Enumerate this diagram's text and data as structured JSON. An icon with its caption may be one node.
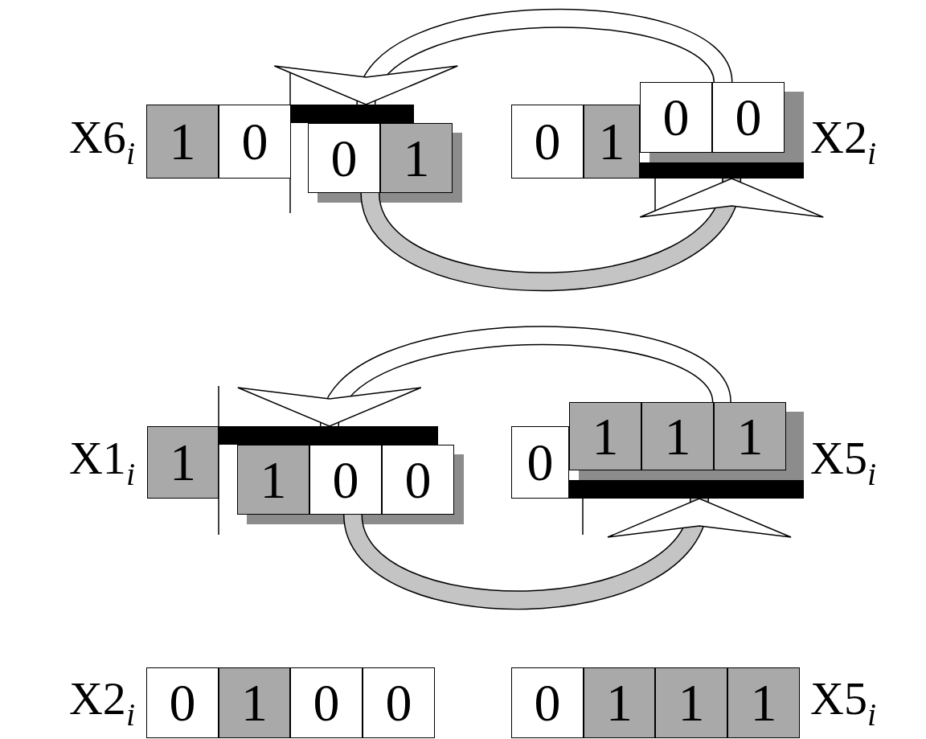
{
  "diagram": {
    "nodes": [
      {
        "text": [
          "1"
        ]
      },
      {
        "text": [
          "0"
        ]
      },
      {
        "text": [],
        "shape": "bar"
      },
      {
        "text": [
          "0"
        ]
      },
      {
        "text": [
          "1"
        ]
      },
      {
        "text": [
          "0"
        ]
      },
      {
        "text": [
          "1"
        ]
      },
      {
        "text": [],
        "shape": "bar"
      },
      {
        "text": [
          "0"
        ]
      },
      {
        "text": [
          "0"
        ]
      },
      {
        "text": [
          "1"
        ]
      },
      {
        "text": [],
        "shape": "bar"
      },
      {
        "text": [
          "1"
        ]
      },
      {
        "text": [
          "0"
        ]
      },
      {
        "text": [
          "0"
        ]
      },
      {
        "text": [
          "0"
        ]
      },
      {
        "text": [],
        "shape": "bar"
      },
      {
        "text": [
          "1"
        ]
      },
      {
        "text": [
          "1"
        ]
      },
      {
        "text": [
          "1"
        ]
      },
      {
        "text": [
          "0"
        ]
      },
      {
        "text": [
          "1"
        ]
      },
      {
        "text": [
          "0"
        ]
      },
      {
        "text": [
          "0"
        ]
      },
      {
        "text": [
          "0"
        ]
      },
      {
        "text": [
          "1"
        ]
      },
      {
        "text": [
          "1"
        ]
      },
      {
        "text": [
          "1"
        ]
      }
    ],
    "edges": [
      {
        "from": 9,
        "to": 2,
        "arrow": "to"
      },
      {
        "from": 3,
        "to": 7,
        "arrow": "to",
        "color": "#c4c4c4"
      },
      {
        "from": 19,
        "to": 11,
        "arrow": "to"
      },
      {
        "from": 13,
        "to": 16,
        "arrow": "to",
        "color": "#c4c4c4"
      }
    ],
    "labels": [
      "X6$_{i}$",
      "X2$_{i}$",
      "X1$_{i}$",
      "X5$_{i}$",
      "X2$_{i}$",
      "X5$_{i}$"
    ]
  }
}
